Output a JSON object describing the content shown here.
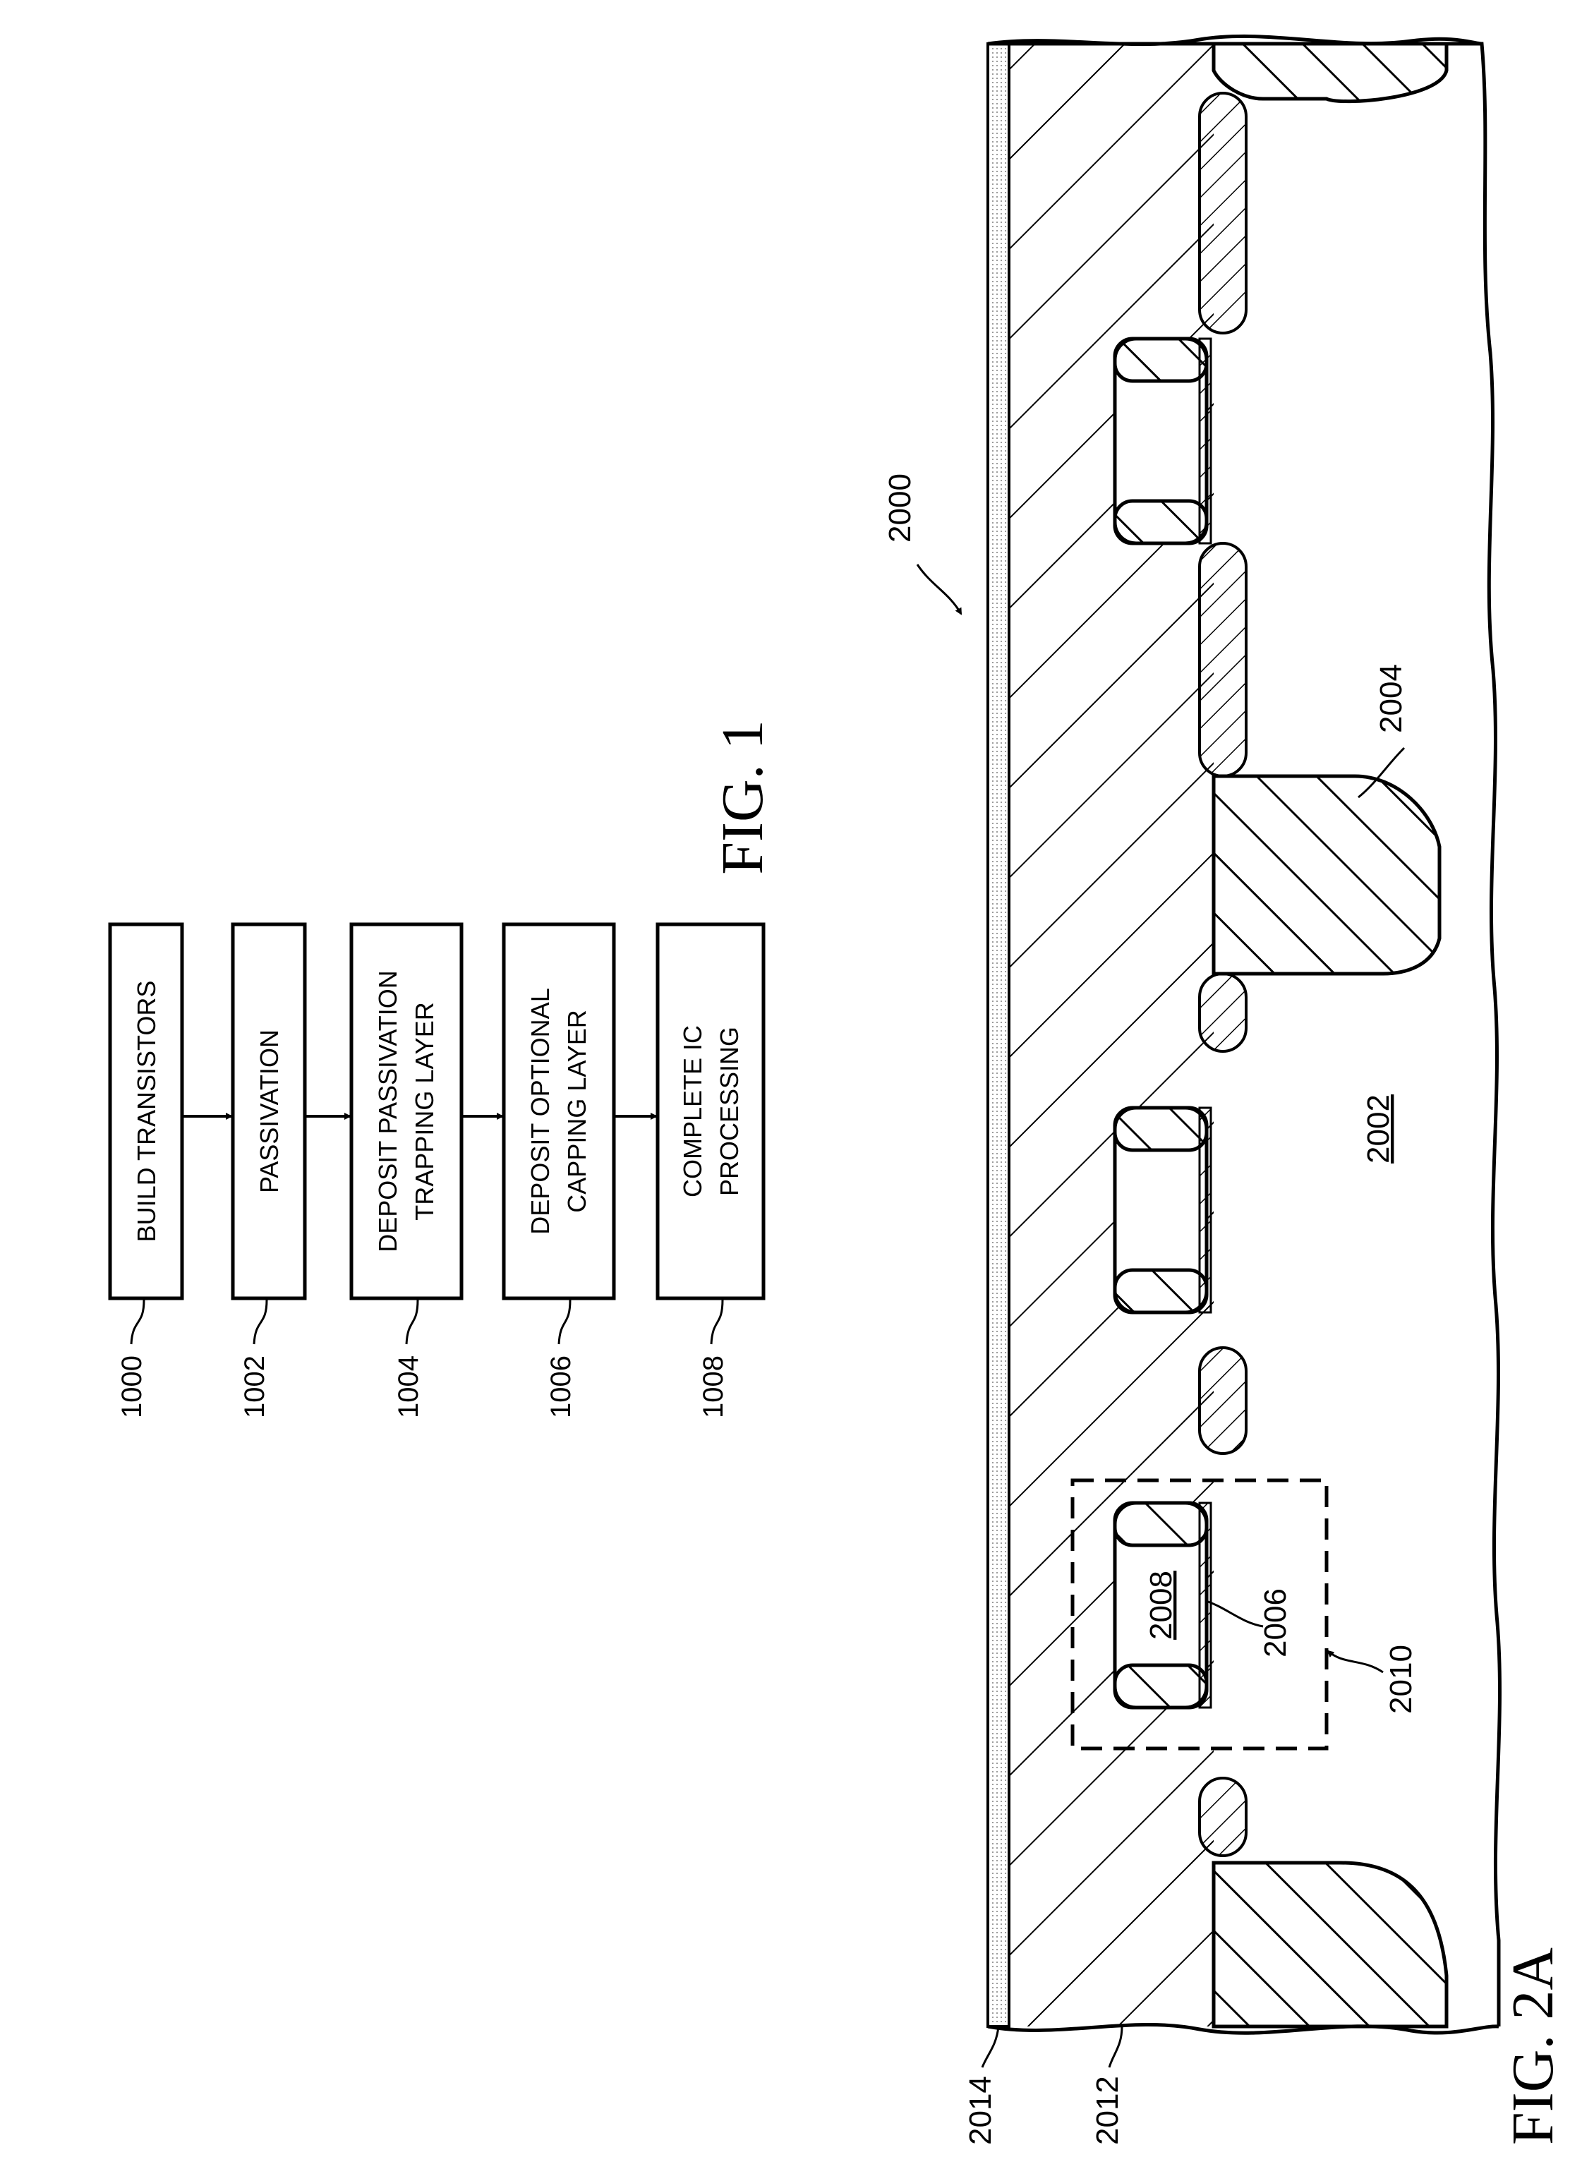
{
  "figure1": {
    "title": "FIG. 1",
    "steps": [
      {
        "ref": "1000",
        "line1": "BUILD TRANSISTORS",
        "line2": ""
      },
      {
        "ref": "1002",
        "line1": "PASSIVATION",
        "line2": ""
      },
      {
        "ref": "1004",
        "line1": "DEPOSIT PASSIVATION",
        "line2": "TRAPPING LAYER"
      },
      {
        "ref": "1006",
        "line1": "DEPOSIT OPTIONAL",
        "line2": "CAPPING LAYER"
      },
      {
        "ref": "1008",
        "line1": "COMPLETE IC",
        "line2": "PROCESSING"
      }
    ]
  },
  "figure2a": {
    "title": "FIG. 2A",
    "refs": {
      "device": "2000",
      "substrate": "2002",
      "isolation": "2004",
      "gate_dielectric": "2006",
      "gate": "2008",
      "detail_box": "2010",
      "dielectric": "2012",
      "trapping_layer": "2014"
    }
  },
  "colors": {
    "line": "#000000",
    "background": "#ffffff"
  }
}
